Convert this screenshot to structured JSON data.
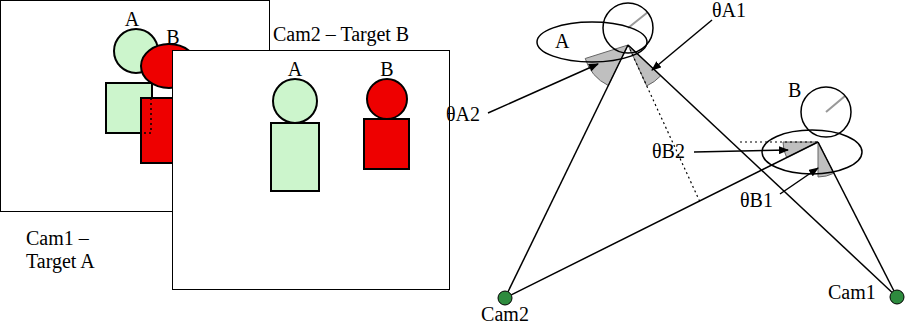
{
  "diagram": {
    "nodes": [
      {
        "text": [
          "Cam1 – Target A"
        ]
      },
      {
        "text": [
          "A"
        ],
        "in": 0
      },
      {
        "text": [
          "B"
        ],
        "in": 0
      },
      {
        "text": [
          "Cam2 – Target B"
        ]
      },
      {
        "text": [
          "A"
        ],
        "in": 3
      },
      {
        "text": [
          "B"
        ],
        "in": 3
      },
      {
        "text": [
          "A"
        ]
      },
      {
        "text": [
          "B"
        ]
      },
      {
        "text": [
          "Cam2"
        ]
      },
      {
        "text": [
          "Cam1"
        ]
      }
    ],
    "edges": [
      {
        "from": 8,
        "to": 6,
        "arrow": "none"
      },
      {
        "from": 8,
        "to": 7,
        "arrow": "none"
      },
      {
        "from": 9,
        "to": 6,
        "arrow": "none"
      },
      {
        "from": 9,
        "to": 7,
        "arrow": "none"
      }
    ],
    "labels": [
      "θA1",
      "θA2",
      "θB2",
      "θB1"
    ]
  }
}
